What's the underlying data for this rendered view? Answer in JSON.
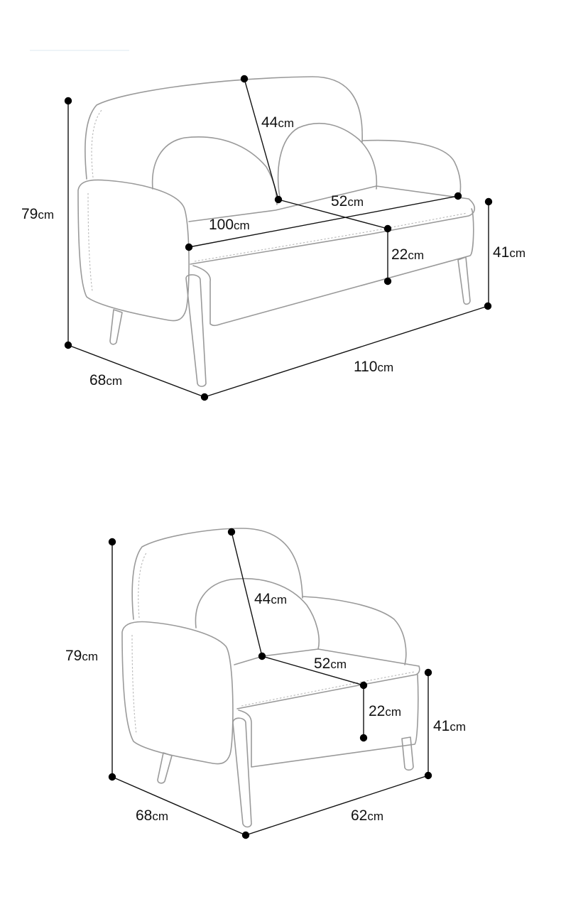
{
  "loveseat": {
    "height": {
      "value": "79",
      "unit": "cm"
    },
    "backrest": {
      "value": "44",
      "unit": "cm"
    },
    "seat_depth": {
      "value": "52",
      "unit": "cm"
    },
    "seat_width": {
      "value": "100",
      "unit": "cm"
    },
    "cushion": {
      "value": "22",
      "unit": "cm"
    },
    "seat_height": {
      "value": "41",
      "unit": "cm"
    },
    "width": {
      "value": "110",
      "unit": "cm"
    },
    "depth": {
      "value": "68",
      "unit": "cm"
    }
  },
  "armchair": {
    "height": {
      "value": "79",
      "unit": "cm"
    },
    "backrest": {
      "value": "44",
      "unit": "cm"
    },
    "seat_depth": {
      "value": "52",
      "unit": "cm"
    },
    "cushion": {
      "value": "22",
      "unit": "cm"
    },
    "seat_height": {
      "value": "41",
      "unit": "cm"
    },
    "width": {
      "value": "62",
      "unit": "cm"
    },
    "depth": {
      "value": "68",
      "unit": "cm"
    }
  }
}
